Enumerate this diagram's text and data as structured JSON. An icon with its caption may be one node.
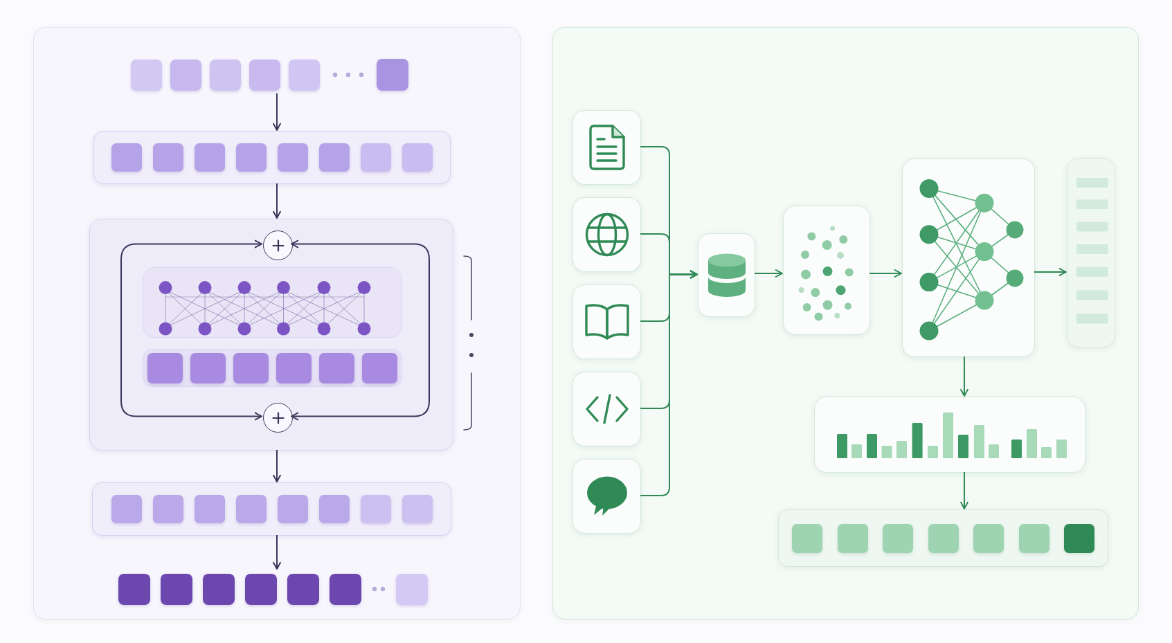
{
  "diagram": {
    "nodes": [
      {
        "text": [],
        "shape": "box"
      },
      {
        "text": [],
        "shape": "row",
        "in": 0
      },
      {
        "text": [],
        "shape": "bar",
        "in": 0
      },
      {
        "text": [],
        "shape": "box",
        "in": 0
      },
      {
        "text": [],
        "shape": "circle",
        "in": 3
      },
      {
        "text": [],
        "shape": "box",
        "in": 3
      },
      {
        "text": [],
        "shape": "bar",
        "in": 3
      },
      {
        "text": [],
        "shape": "circle",
        "in": 3
      },
      {
        "text": [],
        "shape": "bar",
        "in": 0
      },
      {
        "text": [],
        "shape": "row",
        "in": 0
      },
      {
        "text": [],
        "shape": "box"
      },
      {
        "text": [],
        "shape": "box",
        "in": 10
      },
      {
        "text": [],
        "shape": "box",
        "in": 10
      },
      {
        "text": [],
        "shape": "box",
        "in": 10
      },
      {
        "text": [],
        "shape": "box",
        "in": 10
      },
      {
        "text": [],
        "shape": "box",
        "in": 10
      },
      {
        "text": [],
        "shape": "box",
        "in": 10
      },
      {
        "text": [],
        "shape": "box",
        "in": 10
      },
      {
        "text": [],
        "shape": "box",
        "in": 10
      },
      {
        "text": [],
        "shape": "box",
        "in": 10
      },
      {
        "text": [],
        "shape": "box",
        "in": 10
      },
      {
        "text": [],
        "shape": "bar",
        "in": 10
      }
    ],
    "edges": [
      {
        "from": 1,
        "to": 2,
        "arrow": "to",
        "color": "#3b3559"
      },
      {
        "from": 2,
        "to": 3,
        "arrow": "to",
        "color": "#3b3559"
      },
      {
        "from": 4,
        "to": 7,
        "arrow": "both",
        "color": "#3b3559"
      },
      {
        "from": 4,
        "to": 7,
        "arrow": "both",
        "color": "#3b3559"
      },
      {
        "from": 3,
        "to": 8,
        "arrow": "to",
        "color": "#3b3559"
      },
      {
        "from": 8,
        "to": 9,
        "arrow": "to",
        "color": "#3b3559"
      },
      {
        "from": 11,
        "to": 16,
        "arrow": "to"
      },
      {
        "from": 12,
        "to": 16,
        "arrow": "to"
      },
      {
        "from": 13,
        "to": 16,
        "arrow": "to"
      },
      {
        "from": 14,
        "to": 16,
        "arrow": "to"
      },
      {
        "from": 15,
        "to": 16,
        "arrow": "to"
      },
      {
        "from": 16,
        "to": 17,
        "arrow": "to"
      },
      {
        "from": 17,
        "to": 18,
        "arrow": "to"
      },
      {
        "from": 18,
        "to": 19,
        "arrow": "to"
      },
      {
        "from": 18,
        "to": 20,
        "arrow": "to"
      },
      {
        "from": 20,
        "to": 21,
        "arrow": "to"
      }
    ]
  }
}
